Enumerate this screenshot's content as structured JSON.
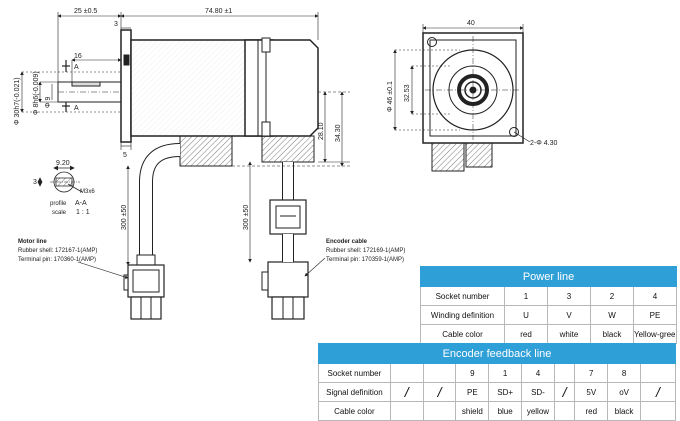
{
  "drawing": {
    "dims": {
      "d_25": "25 ±0.5",
      "d_7480": "74.80 ±1",
      "d_3": "3",
      "d_16": "16",
      "d_a_upper": "A",
      "d_a_lower": "A",
      "d_shaft": "Φ 30h7(-0.021)",
      "d_bore": "Φ 8h6(-0.009)",
      "d_9": "Φ 9",
      "d_5": "5",
      "d_2810": "28.10",
      "d_3430": "34.30",
      "d_40": "40",
      "d_46": "Φ 46 ±0.1",
      "d_3253": "32.53",
      "d_holes": "2-Φ 4.30",
      "d_920": "9.20",
      "d_3b": "3",
      "d_m3": "M3x6",
      "d_300a": "300 ±50",
      "d_300b": "300 ±50"
    },
    "profile_label": "profile",
    "profile_aa": "A-A",
    "scale_label": "scale",
    "scale_value": "1 : 1",
    "motor_line": {
      "title": "Motor line",
      "shell": "Rubber shell: 172167-1(AMP)",
      "pin": "Terminal pin: 170360-1(AMP)"
    },
    "encoder_cable": {
      "title": "Encoder cable",
      "shell": "Rubber shell: 172169-1(AMP)",
      "pin": "Terminal pin: 170359-1(AMP)"
    }
  },
  "power_table": {
    "title": "Power line",
    "rows": [
      {
        "label": "Socket number",
        "cells": [
          "1",
          "3",
          "2",
          "4"
        ]
      },
      {
        "label": "Winding definition",
        "cells": [
          "U",
          "V",
          "W",
          "PE"
        ]
      },
      {
        "label": "Cable color",
        "cells": [
          "red",
          "white",
          "black",
          "Yellow-green"
        ]
      }
    ]
  },
  "encoder_table": {
    "title": "Encoder feedback line",
    "rows": [
      {
        "label": "Socket number",
        "cells": [
          "",
          "",
          "9",
          "1",
          "4",
          "",
          "7",
          "8",
          ""
        ]
      },
      {
        "label": "Signal definition",
        "cells": [
          "/",
          "/",
          "PE",
          "SD+",
          "SD-",
          "/",
          "5V",
          "oV",
          "/"
        ]
      },
      {
        "label": "Cable color",
        "cells": [
          "",
          "",
          "shield",
          "blue",
          "yellow",
          "",
          "red",
          "black",
          ""
        ]
      }
    ]
  }
}
